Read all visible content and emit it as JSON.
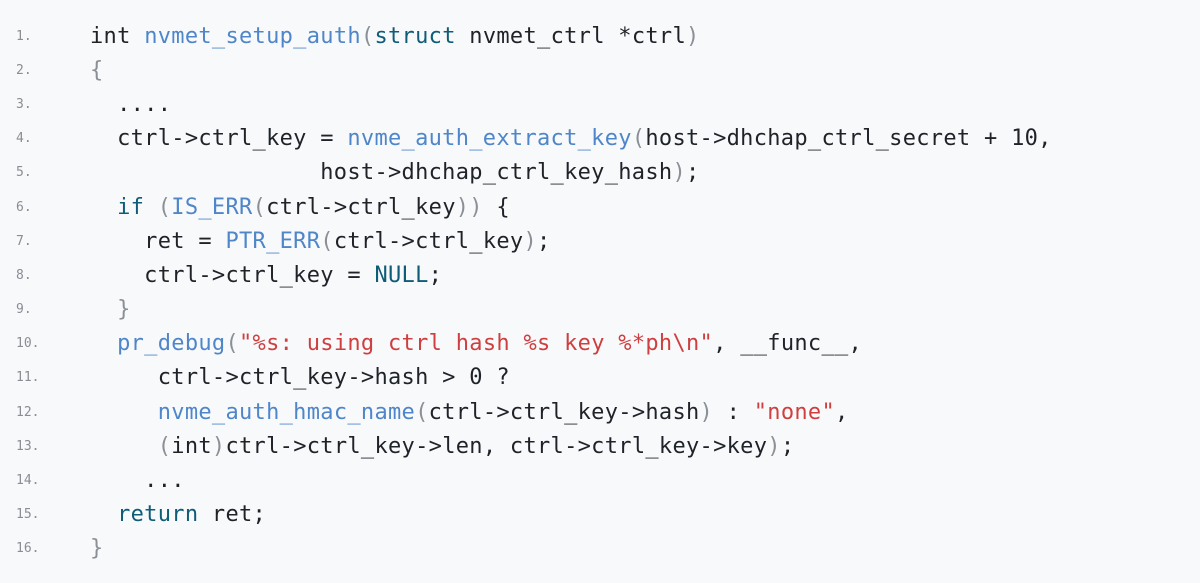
{
  "code": {
    "lines": [
      {
        "number": "1.",
        "tokens": [
          {
            "t": "int ",
            "k": "plain"
          },
          {
            "t": "nvmet_setup_auth",
            "k": "function"
          },
          {
            "t": "(",
            "k": "punct"
          },
          {
            "t": "struct",
            "k": "keyword"
          },
          {
            "t": " nvmet_ctrl *ctrl",
            "k": "plain"
          },
          {
            "t": ")",
            "k": "punct"
          }
        ]
      },
      {
        "number": "2.",
        "tokens": [
          {
            "t": "{",
            "k": "punct"
          }
        ]
      },
      {
        "number": "3.",
        "tokens": [
          {
            "t": "  ....",
            "k": "plain"
          }
        ]
      },
      {
        "number": "4.",
        "tokens": [
          {
            "t": "  ctrl->ctrl_key = ",
            "k": "plain"
          },
          {
            "t": "nvme_auth_extract_key",
            "k": "function"
          },
          {
            "t": "(",
            "k": "punct"
          },
          {
            "t": "host->dhchap_ctrl_secret + 10,",
            "k": "plain"
          }
        ]
      },
      {
        "number": "5.",
        "tokens": [
          {
            "t": "                 host->dhchap_ctrl_key_hash",
            "k": "plain"
          },
          {
            "t": ")",
            "k": "punct"
          },
          {
            "t": ";",
            "k": "plain"
          }
        ]
      },
      {
        "number": "6.",
        "tokens": [
          {
            "t": "  ",
            "k": "plain"
          },
          {
            "t": "if",
            "k": "keyword"
          },
          {
            "t": " ",
            "k": "plain"
          },
          {
            "t": "(",
            "k": "punct"
          },
          {
            "t": "IS_ERR",
            "k": "function"
          },
          {
            "t": "(",
            "k": "punct"
          },
          {
            "t": "ctrl->ctrl_key",
            "k": "plain"
          },
          {
            "t": "))",
            "k": "punct"
          },
          {
            "t": " {",
            "k": "plain"
          }
        ]
      },
      {
        "number": "7.",
        "tokens": [
          {
            "t": "    ret = ",
            "k": "plain"
          },
          {
            "t": "PTR_ERR",
            "k": "function"
          },
          {
            "t": "(",
            "k": "punct"
          },
          {
            "t": "ctrl->ctrl_key",
            "k": "plain"
          },
          {
            "t": ")",
            "k": "punct"
          },
          {
            "t": ";",
            "k": "plain"
          }
        ]
      },
      {
        "number": "8.",
        "tokens": [
          {
            "t": "    ctrl->ctrl_key = ",
            "k": "plain"
          },
          {
            "t": "NULL",
            "k": "constant"
          },
          {
            "t": ";",
            "k": "plain"
          }
        ]
      },
      {
        "number": "9.",
        "tokens": [
          {
            "t": "  ",
            "k": "plain"
          },
          {
            "t": "}",
            "k": "punct"
          }
        ]
      },
      {
        "number": "10.",
        "tokens": [
          {
            "t": "  ",
            "k": "plain"
          },
          {
            "t": "pr_debug",
            "k": "function"
          },
          {
            "t": "(",
            "k": "punct"
          },
          {
            "t": "\"%s: using ctrl hash %s key %*ph\\n\"",
            "k": "string"
          },
          {
            "t": ", __func__,",
            "k": "plain"
          }
        ]
      },
      {
        "number": "11.",
        "tokens": [
          {
            "t": "     ctrl->ctrl_key->hash > 0 ?",
            "k": "plain"
          }
        ]
      },
      {
        "number": "12.",
        "tokens": [
          {
            "t": "     ",
            "k": "plain"
          },
          {
            "t": "nvme_auth_hmac_name",
            "k": "function"
          },
          {
            "t": "(",
            "k": "punct"
          },
          {
            "t": "ctrl->ctrl_key->hash",
            "k": "plain"
          },
          {
            "t": ")",
            "k": "punct"
          },
          {
            "t": " : ",
            "k": "plain"
          },
          {
            "t": "\"none\"",
            "k": "string"
          },
          {
            "t": ",",
            "k": "plain"
          }
        ]
      },
      {
        "number": "13.",
        "tokens": [
          {
            "t": "     ",
            "k": "plain"
          },
          {
            "t": "(",
            "k": "punct"
          },
          {
            "t": "int",
            "k": "plain"
          },
          {
            "t": ")",
            "k": "punct"
          },
          {
            "t": "ctrl->ctrl_key->len, ctrl->ctrl_key->key",
            "k": "plain"
          },
          {
            "t": ")",
            "k": "punct"
          },
          {
            "t": ";",
            "k": "plain"
          }
        ]
      },
      {
        "number": "14.",
        "tokens": [
          {
            "t": "    ...",
            "k": "plain"
          }
        ]
      },
      {
        "number": "15.",
        "tokens": [
          {
            "t": "  ",
            "k": "plain"
          },
          {
            "t": "return",
            "k": "keyword"
          },
          {
            "t": " ret;",
            "k": "plain"
          }
        ]
      },
      {
        "number": "16.",
        "tokens": [
          {
            "t": "}",
            "k": "punct"
          }
        ]
      }
    ]
  }
}
